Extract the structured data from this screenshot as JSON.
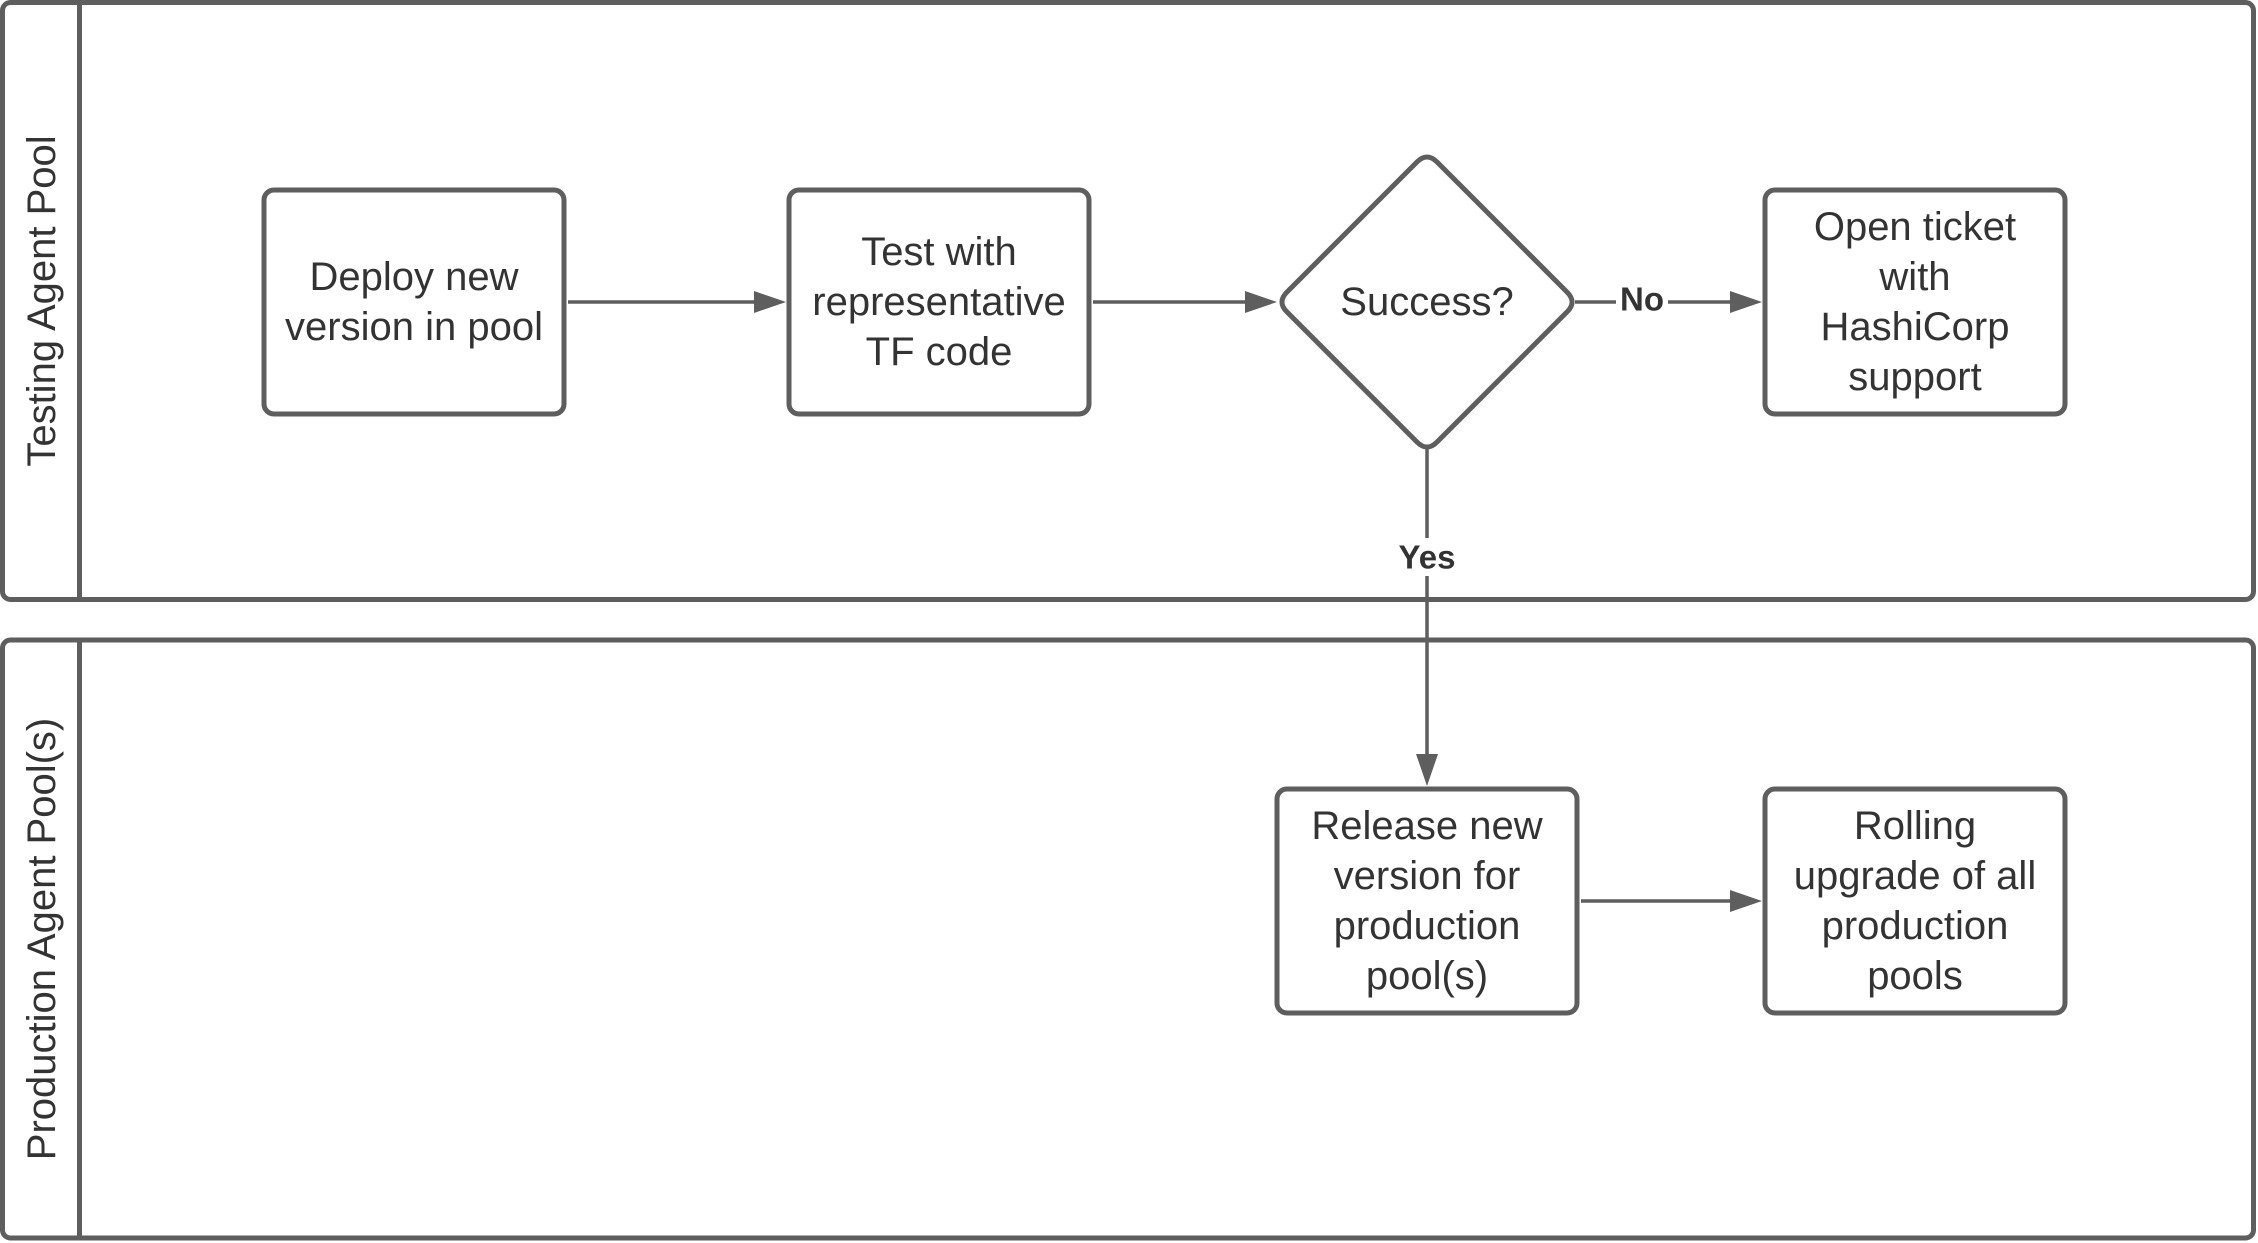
{
  "lanes": [
    {
      "id": "testing",
      "title": "Testing Agent Pool"
    },
    {
      "id": "production",
      "title": "Production Agent Pool(s)"
    }
  ],
  "nodes": [
    {
      "id": "deploy",
      "shape": "rect",
      "lane": "testing",
      "lines": [
        "Deploy new",
        "version in pool"
      ]
    },
    {
      "id": "test",
      "shape": "rect",
      "lane": "testing",
      "lines": [
        "Test with",
        "representative",
        "TF code"
      ]
    },
    {
      "id": "success",
      "shape": "diamond",
      "lane": "testing",
      "lines": [
        "Success?"
      ]
    },
    {
      "id": "ticket",
      "shape": "rect",
      "lane": "testing",
      "lines": [
        "Open ticket",
        "with",
        "HashiCorp",
        "support"
      ]
    },
    {
      "id": "release",
      "shape": "rect",
      "lane": "production",
      "lines": [
        "Release new",
        "version for",
        "production",
        "pool(s)"
      ]
    },
    {
      "id": "rolling",
      "shape": "rect",
      "lane": "production",
      "lines": [
        "Rolling",
        "upgrade of all",
        "production",
        "pools"
      ]
    }
  ],
  "edges": [
    {
      "id": "deploy-to-test",
      "from": "deploy",
      "to": "test",
      "label": ""
    },
    {
      "id": "test-to-success",
      "from": "test",
      "to": "success",
      "label": ""
    },
    {
      "id": "success-to-ticket",
      "from": "success",
      "to": "ticket",
      "label": "No"
    },
    {
      "id": "success-to-release",
      "from": "success",
      "to": "release",
      "label": "Yes"
    },
    {
      "id": "release-to-rolling",
      "from": "release",
      "to": "rolling",
      "label": ""
    }
  ],
  "colors": {
    "stroke": "#5e5e5e",
    "text": "#333333",
    "background": "#ffffff"
  }
}
